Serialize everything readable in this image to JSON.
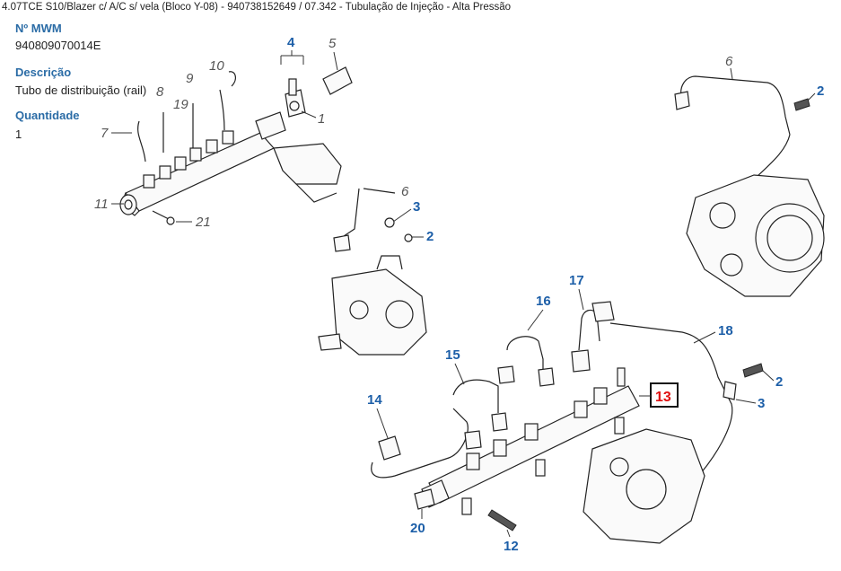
{
  "breadcrumb": "4.07TCE S10/Blazer c/ A/C s/ vela (Bloco Y-08) - 940738152649  /  07.342 - Tubulação de Injeção - Alta Pressão",
  "fields": {
    "mwm_label": "Nº MWM",
    "mwm_value": "940809070014E",
    "desc_label": "Descrição",
    "desc_value": "Tubo de distribuição (rail)",
    "qty_label": "Quantidade",
    "qty_value": "1"
  },
  "callouts": {
    "top_left": [
      "7",
      "8",
      "9",
      "19",
      "10",
      "11",
      "21",
      "1",
      "5"
    ],
    "top_center_blue": [
      "4",
      "3",
      "2"
    ],
    "top_center_grey": [
      "6"
    ],
    "top_right_grey": [
      "6"
    ],
    "top_right_blue": [
      "2"
    ],
    "bottom": [
      "14",
      "15",
      "16",
      "17",
      "18",
      "2",
      "3",
      "20",
      "12"
    ],
    "highlighted": "13"
  },
  "colors": {
    "label_blue": "#2b6ca6",
    "callout_blue": "#1d5fa8",
    "highlight_red": "#e01010"
  }
}
